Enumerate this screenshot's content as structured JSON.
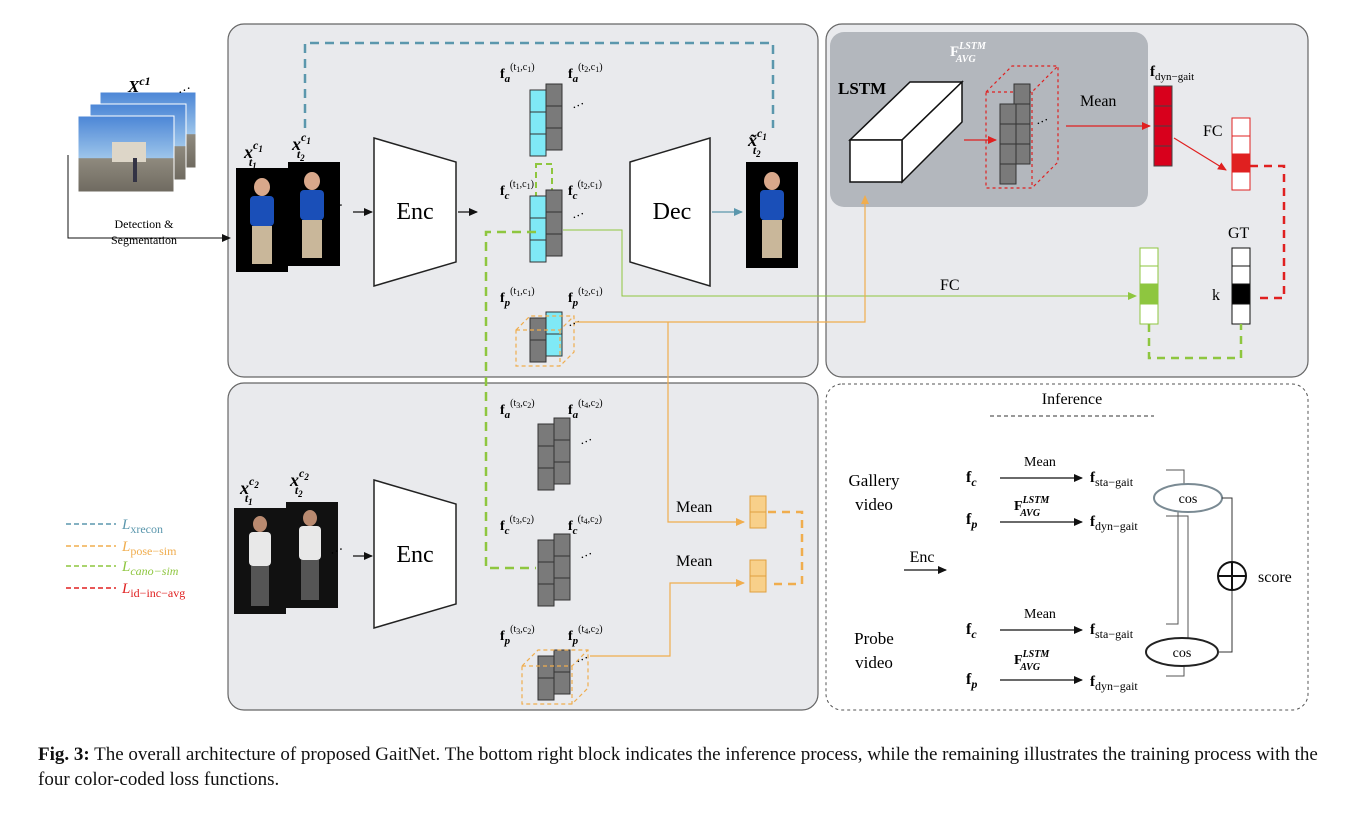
{
  "input": {
    "sequence_label": "X",
    "sequence_sup": "c1",
    "detection_line1": "Detection &",
    "detection_line2": "Segmentation"
  },
  "frames": {
    "t1c1": {
      "base": "x",
      "sub": "t",
      "subsub": "1",
      "sup": "c",
      "supsub": "1"
    },
    "t2c1": {
      "base": "x",
      "sub": "t",
      "subsub": "2",
      "sup": "c",
      "supsub": "1"
    },
    "t1c2": {
      "base": "x",
      "sub": "t",
      "subsub": "1",
      "sup": "c",
      "supsub": "2"
    },
    "t2c2": {
      "base": "x",
      "sub": "t",
      "subsub": "2",
      "sup": "c",
      "supsub": "2"
    },
    "recon": {
      "base": "x̃",
      "sub": "t",
      "subsub": "2",
      "sup": "c",
      "supsub": "1"
    }
  },
  "blocks": {
    "enc": "Enc",
    "dec": "Dec",
    "lstm": "LSTM",
    "mean": "Mean",
    "fc": "FC",
    "gt": "GT",
    "k": "k",
    "ellipsis": "···"
  },
  "features": {
    "fa_t1c1": {
      "letter": "f",
      "sub": "a",
      "sup": "(t",
      "t": "1",
      "c": "c",
      "ci": "1"
    },
    "fa_t2c1": {
      "letter": "f",
      "sub": "a",
      "sup": "(t",
      "t": "2",
      "c": "c",
      "ci": "1"
    },
    "fc_t1c1": {
      "letter": "f",
      "sub": "c",
      "sup": "(t",
      "t": "1",
      "c": "c",
      "ci": "1"
    },
    "fc_t2c1": {
      "letter": "f",
      "sub": "c",
      "sup": "(t",
      "t": "2",
      "c": "c",
      "ci": "1"
    },
    "fp_t1c1": {
      "letter": "f",
      "sub": "p",
      "sup": "(t",
      "t": "1",
      "c": "c",
      "ci": "1"
    },
    "fp_t2c1": {
      "letter": "f",
      "sub": "p",
      "sup": "(t",
      "t": "2",
      "c": "c",
      "ci": "1"
    },
    "fa_t3c2": {
      "letter": "f",
      "sub": "a",
      "sup": "(t",
      "t": "3",
      "c": "c",
      "ci": "2"
    },
    "fa_t4c2": {
      "letter": "f",
      "sub": "a",
      "sup": "(t",
      "t": "4",
      "c": "c",
      "ci": "2"
    },
    "fc_t3c2": {
      "letter": "f",
      "sub": "c",
      "sup": "(t",
      "t": "3",
      "c": "c",
      "ci": "2"
    },
    "fc_t4c2": {
      "letter": "f",
      "sub": "c",
      "sup": "(t",
      "t": "4",
      "c": "c",
      "ci": "2"
    },
    "fp_t3c2": {
      "letter": "f",
      "sub": "p",
      "sup": "(t",
      "t": "3",
      "c": "c",
      "ci": "2"
    },
    "fp_t4c2": {
      "letter": "f",
      "sub": "p",
      "sup": "(t",
      "t": "4",
      "c": "c",
      "ci": "2"
    }
  },
  "lstm_feature": {
    "base": "F",
    "sub": "AVG",
    "sup": "LSTM"
  },
  "dyn_gait": {
    "base": "f",
    "sub": "dyn−gait"
  },
  "legend": [
    {
      "name": "L",
      "sub": "xrecon",
      "color": "#5b97ad",
      "italic_sub": false
    },
    {
      "name": "L",
      "sub": "pose−sim",
      "color": "#f0ad4e",
      "italic_sub": false
    },
    {
      "name": "L",
      "sub": "cano−sim",
      "color": "#8ec63f",
      "italic_sub": true
    },
    {
      "name": "L",
      "sub": "id−inc−avg",
      "color": "#e02020",
      "italic_sub": false
    }
  ],
  "inference": {
    "title": "Inference",
    "gallery_line1": "Gallery",
    "gallery_line2": "video",
    "probe_line1": "Probe",
    "probe_line2": "video",
    "enc": "Enc",
    "mean": "Mean",
    "fc_base": "f",
    "fc_sub": "c",
    "fp_base": "f",
    "fp_sub": "p",
    "sta_base": "f",
    "sta_sub": "sta−gait",
    "dyn_base": "f",
    "dyn_sub": "dyn−gait",
    "favg_base": "F",
    "favg_sub": "AVG",
    "favg_sup": "LSTM",
    "cos": "cos",
    "score": "score",
    "plus": "⊕"
  },
  "caption": {
    "label": "Fig. 3:",
    "text": " The overall architecture of proposed GaitNet. The bottom right block indicates the inference process, while the remaining illustrates the training process with the four color-coded loss functions."
  },
  "colors": {
    "xrecon": "#5b97ad",
    "pose": "#f0ad4e",
    "cano": "#8ec63f",
    "id": "#e02020",
    "panel": "#e9eaed",
    "lstm_panel": "#b3b7bd",
    "cyan": "#7fe9f6",
    "gray_cell": "#7a7a7a"
  }
}
